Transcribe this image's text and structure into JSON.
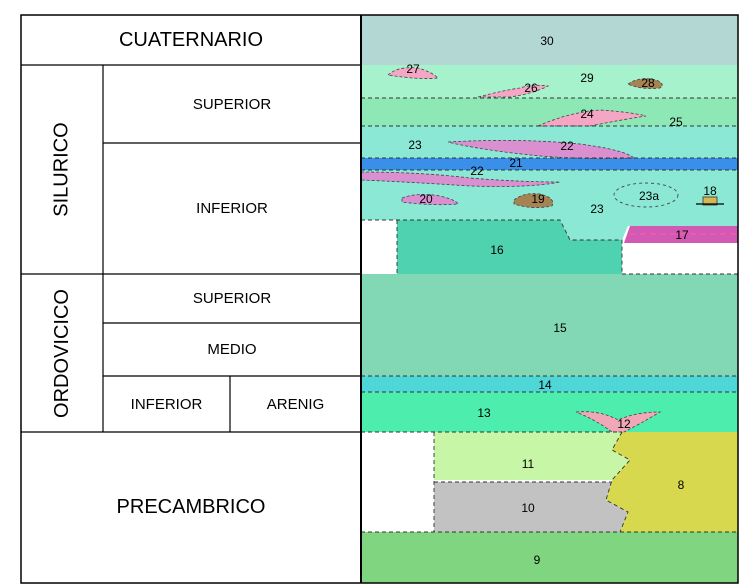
{
  "left_column": {
    "cuaternario": "CUATERNARIO",
    "silurico": "SILURICO",
    "silurico_superior": "SUPERIOR",
    "silurico_inferior": "INFERIOR",
    "ordovicico": "ORDOVICICO",
    "ordovicico_superior": "SUPERIOR",
    "ordovicico_medio": "MEDIO",
    "ordovicico_inferior": "INFERIOR",
    "arenig": "ARENIG",
    "precambrico": "PRECAMBRICO"
  },
  "units": {
    "u30": "30",
    "u29": "29",
    "u28": "28",
    "u27": "27",
    "u26": "26",
    "u25": "25",
    "u24": "24",
    "u23a": "23",
    "u23b": "23",
    "u23c": "23a",
    "u22a": "22",
    "u22b": "22",
    "u21": "21",
    "u20": "20",
    "u19": "19",
    "u18": "18",
    "u17": "17",
    "u16": "16",
    "u15": "15",
    "u14": "14",
    "u13": "13",
    "u12": "12",
    "u11": "11",
    "u10": "10",
    "u9": "9",
    "u8": "8"
  },
  "colors": {
    "cuaternario": "#b3d7d3",
    "silurico_light": "#a6f2cc",
    "silurico_mid": "#8de8b6",
    "silurico_teal": "#8be8d4",
    "blue_band": "#3a8fe8",
    "pink": "#f4a6c4",
    "magenta": "#d98fd0",
    "brown": "#a58352",
    "unit16": "#4fd2b0",
    "unit15": "#82d7b4",
    "unit14": "#4fd6d6",
    "unit13": "#4dedae",
    "unit12": "#f0a7b6",
    "unit11": "#c6f6a6",
    "unit10": "#c2c2c2",
    "unit9": "#80d680",
    "unit8": "#d8d84e",
    "unit17": "#d25ab4"
  }
}
